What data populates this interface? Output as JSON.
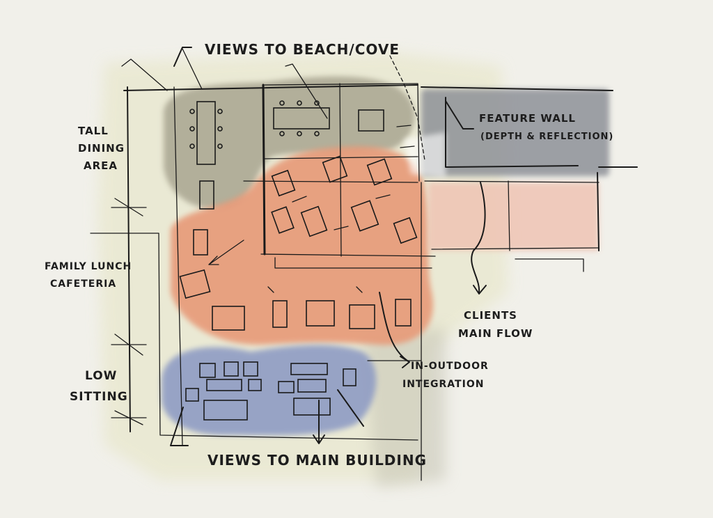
{
  "labels": {
    "views_beach": "VIEWS TO BEACH/COVE",
    "feature_wall_1": "FEATURE WALL",
    "feature_wall_2": "(DEPTH & REFLECTION)",
    "tall_dining_1": "TALL",
    "tall_dining_2": "DINING",
    "tall_dining_3": "AREA",
    "family_lunch_1": "FAMILY LUNCH",
    "family_lunch_2": "CAFETERIA",
    "clients_flow_1": "CLIENTS",
    "clients_flow_2": "MAIN FLOW",
    "in_outdoor_1": "IN-OUTDOOR",
    "in_outdoor_2": "INTEGRATION",
    "low_sitting_1": "LOW",
    "low_sitting_2": "SITTING",
    "views_main": "VIEWS TO MAIN BUILDING"
  },
  "colors": {
    "paper": "#f1f0ea",
    "wash_yellow": "#e9e8cf",
    "tall_dining_zone": "#a9a591",
    "cafeteria_zone": "#e79a78",
    "low_sitting_zone": "#8f9cc4",
    "feature_wall_zone": "#8e9198",
    "corridor_zone": "#efc4b4",
    "ink": "#1a1a1a"
  }
}
